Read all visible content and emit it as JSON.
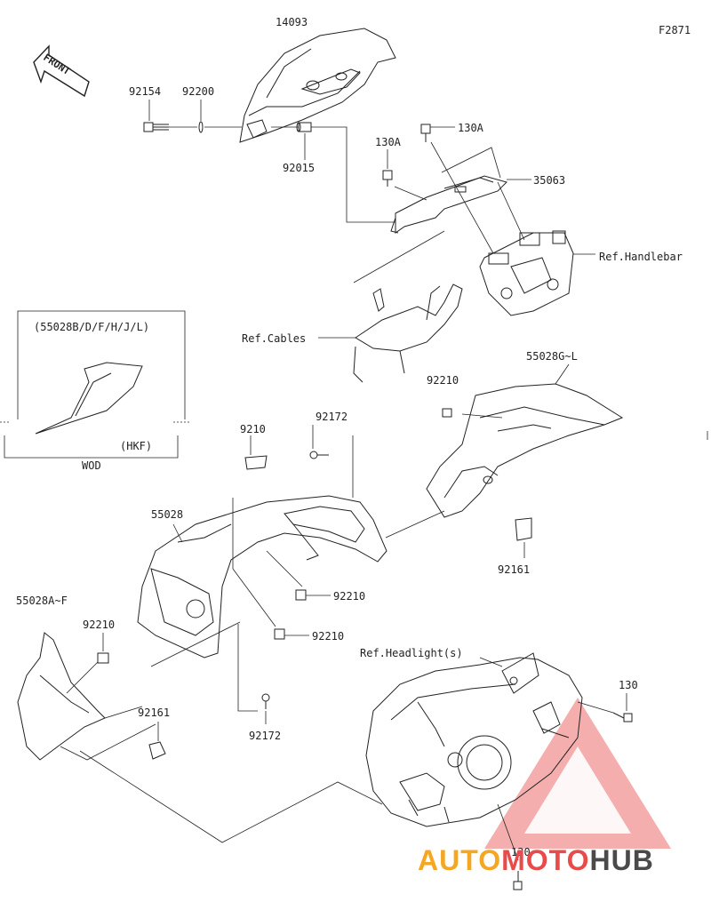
{
  "figure_id": "F2871",
  "front_label": "FRONT",
  "variants": {
    "box_title": "(55028B/D/F/H/J/L)",
    "hkf_label": "(HKF)",
    "wod_label": "WOD"
  },
  "parts": {
    "p14093": "14093",
    "p92154": "92154",
    "p92200": "92200",
    "p92015": "92015",
    "p130A_left": "130A",
    "p130A_right": "130A",
    "p35063": "35063",
    "ref_handlebar": "Ref.Handlebar",
    "ref_cables": "Ref.Cables",
    "p55028GL": "55028G~L",
    "p92210_upper": "92210",
    "p92172_upper": "92172",
    "p9210_cut": "9210",
    "p55028": "55028",
    "p92161_right": "92161",
    "p92210_mid1": "92210",
    "p92210_mid2": "92210",
    "p55028AF": "55028A~F",
    "p92210_left": "92210",
    "p92161_left": "92161",
    "p92172_lower": "92172",
    "ref_headlight": "Ref.Headlight(s)",
    "p130_right": "130",
    "p130_bottom": "130"
  },
  "watermark": {
    "part1": "AUTO",
    "part2": "MOTO",
    "part3": "HUB",
    "color_auto": "#f5a623",
    "color_moto": "#e94b4b",
    "color_hub": "#4a4a4a"
  }
}
